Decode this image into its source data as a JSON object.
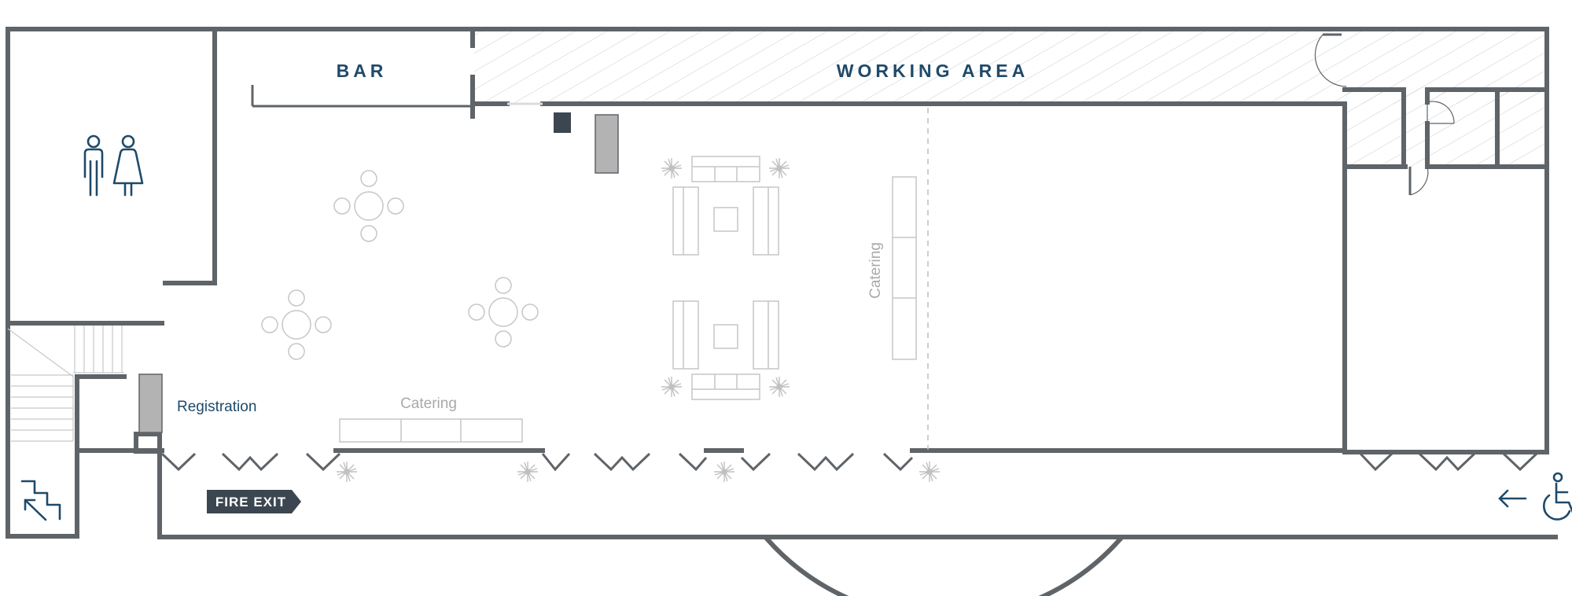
{
  "labels": {
    "bar": "BAR",
    "working_area": "WORKING AREA",
    "catering_bottom": "Catering",
    "catering_side": "Catering",
    "registration": "Registration",
    "fire_exit": "FIRE EXIT"
  },
  "colors": {
    "wall": "#5f6469",
    "label_navy": "#1f4a6a",
    "furniture": "#c6c6c6",
    "desk_grey": "#b3b3b3",
    "desk_dark": "#3c4650",
    "fire_exit_bg": "#3c4650"
  },
  "icons": [
    "restroom-icon",
    "stairs-icon",
    "accessible-entrance-icon",
    "arrow-left-icon",
    "plant-icon"
  ]
}
